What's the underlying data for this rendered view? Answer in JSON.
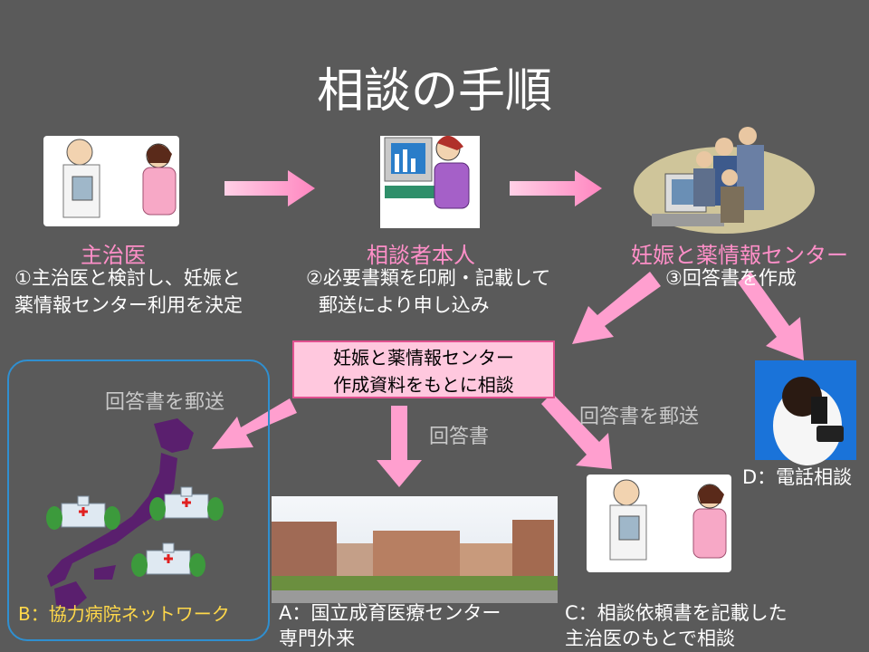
{
  "title": "相談の手順",
  "steps": [
    {
      "heading": "主治医",
      "line1": "①主治医と検討し、妊娠と",
      "line2": "薬情報センター利用を決定"
    },
    {
      "heading": "相談者本人",
      "line1": "②必要書類を印刷・記載して",
      "line2": "郵送により申し込み"
    },
    {
      "heading": "妊娠と薬情報センター",
      "line1": "③回答書を作成"
    }
  ],
  "center_box": {
    "line1": "妊娠と薬情報センター",
    "line2": "作成資料をもとに相談"
  },
  "arrow_labels": {
    "left": "回答書を郵送",
    "middle": "回答書",
    "right": "回答書を郵送"
  },
  "outcomes": {
    "b": "B：協力病院ネットワーク",
    "a1": "A：国立成育医療センター",
    "a2": "専門外来",
    "c1": "C：相談依頼書を記載した",
    "c2": "主治医のもとで相談",
    "d": "D：電話相談"
  },
  "colors": {
    "background": "#5a5a5a",
    "arrow": "#ff9fcf",
    "box_fill": "#ffc8de",
    "network_border": "#2f8fd0",
    "label_pink": "#ff8fc8",
    "label_yellow": "#ffd84a"
  }
}
